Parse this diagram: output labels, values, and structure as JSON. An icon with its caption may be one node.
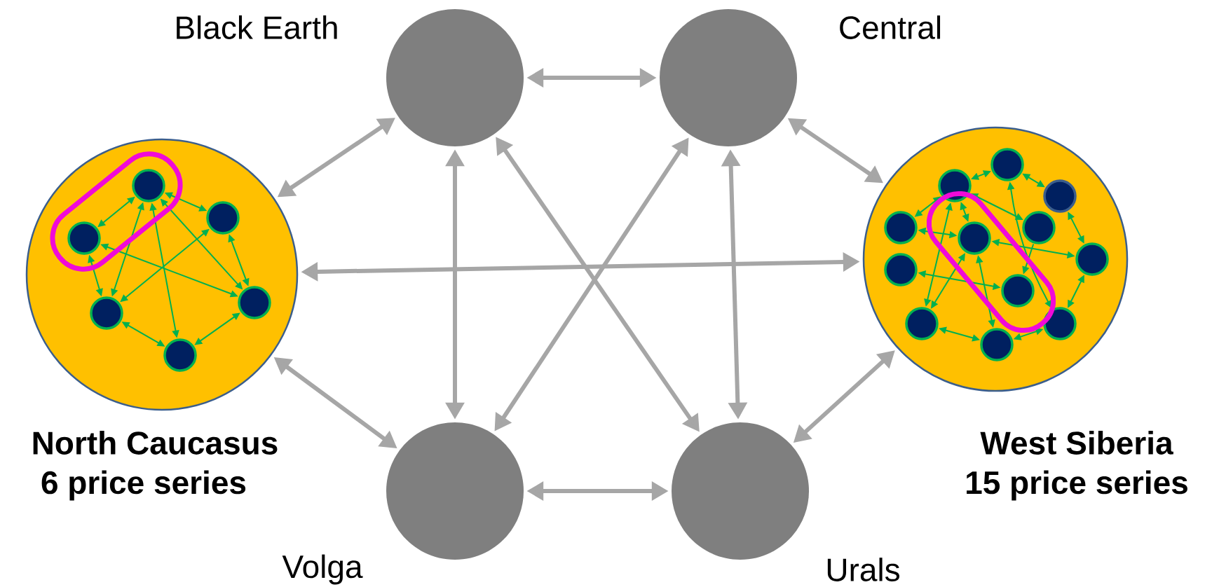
{
  "diagram": {
    "nodes": [
      {
        "text": [
          "Black Earth"
        ]
      },
      {
        "text": [
          "Central"
        ]
      },
      {
        "text": [
          "North Caucasus",
          "6 price series"
        ]
      },
      {
        "text": [],
        "shape": "circle",
        "in": 2
      },
      {
        "text": [],
        "shape": "circle",
        "in": 2
      },
      {
        "text": [],
        "shape": "circle",
        "in": 2
      },
      {
        "text": [],
        "shape": "circle",
        "in": 2
      },
      {
        "text": [],
        "shape": "circle",
        "in": 2
      },
      {
        "text": [],
        "shape": "circle",
        "in": 2
      },
      {
        "text": [
          "West Siberia",
          "15 price series"
        ]
      },
      {
        "text": [],
        "shape": "circle",
        "in": 9
      },
      {
        "text": [],
        "shape": "circle",
        "in": 9
      },
      {
        "text": [],
        "shape": "circle",
        "in": 9
      },
      {
        "text": [],
        "shape": "circle",
        "in": 9
      },
      {
        "text": [],
        "shape": "circle",
        "in": 9
      },
      {
        "text": [],
        "shape": "circle",
        "in": 9
      },
      {
        "text": [],
        "shape": "circle",
        "in": 9
      },
      {
        "text": [],
        "shape": "circle",
        "in": 9
      },
      {
        "text": [],
        "shape": "circle",
        "in": 9
      },
      {
        "text": [],
        "shape": "circle",
        "in": 9
      },
      {
        "text": [],
        "shape": "circle",
        "in": 9
      },
      {
        "text": [],
        "shape": "circle",
        "in": 9
      },
      {
        "text": [
          "Volga"
        ]
      },
      {
        "text": [
          "Urals"
        ]
      }
    ],
    "edges": [
      {
        "from": 0,
        "to": 1,
        "arrow": "both",
        "style": "thick",
        "color": "#a6a6a6"
      },
      {
        "from": 0,
        "to": 2,
        "arrow": "both",
        "style": "thick",
        "color": "#a6a6a6"
      },
      {
        "from": 0,
        "to": 22,
        "arrow": "both",
        "style": "thick",
        "color": "#a6a6a6"
      },
      {
        "from": 0,
        "to": 23,
        "arrow": "both",
        "style": "thick",
        "color": "#a6a6a6"
      },
      {
        "from": 1,
        "to": 9,
        "arrow": "both",
        "style": "thick",
        "color": "#a6a6a6"
      },
      {
        "from": 1,
        "to": 22,
        "arrow": "both",
        "style": "thick",
        "color": "#a6a6a6"
      },
      {
        "from": 1,
        "to": 23,
        "arrow": "both",
        "style": "thick",
        "color": "#a6a6a6"
      },
      {
        "from": 2,
        "to": 9,
        "arrow": "both",
        "style": "thick",
        "color": "#a6a6a6"
      },
      {
        "from": 2,
        "to": 22,
        "arrow": "both",
        "style": "thick",
        "color": "#a6a6a6"
      },
      {
        "from": 22,
        "to": 23,
        "arrow": "both",
        "style": "thick",
        "color": "#a6a6a6"
      },
      {
        "from": 23,
        "to": 9,
        "arrow": "both",
        "style": "thick",
        "color": "#a6a6a6"
      },
      {
        "from": 3,
        "to": 4,
        "arrow": "both"
      },
      {
        "from": 3,
        "to": 5,
        "arrow": "both"
      },
      {
        "from": 3,
        "to": 7,
        "arrow": "both"
      },
      {
        "from": 3,
        "to": 8,
        "arrow": "both"
      },
      {
        "from": 3,
        "to": 6,
        "arrow": "both"
      },
      {
        "from": 4,
        "to": 6,
        "arrow": "both"
      },
      {
        "from": 4,
        "to": 7,
        "arrow": "both"
      },
      {
        "from": 5,
        "to": 7,
        "arrow": "both"
      },
      {
        "from": 5,
        "to": 6,
        "arrow": "both"
      },
      {
        "from": 7,
        "to": 8,
        "arrow": "both"
      },
      {
        "from": 8,
        "to": 6,
        "arrow": "both"
      },
      {
        "from": 10,
        "to": 11,
        "arrow": "both"
      },
      {
        "from": 11,
        "to": 12,
        "arrow": "both"
      },
      {
        "from": 10,
        "to": 13,
        "arrow": "both"
      },
      {
        "from": 10,
        "to": 14,
        "arrow": "both"
      },
      {
        "from": 10,
        "to": 15,
        "arrow": "both"
      },
      {
        "from": 10,
        "to": 19,
        "arrow": "both"
      },
      {
        "from": 11,
        "to": 21,
        "arrow": "both"
      },
      {
        "from": 12,
        "to": 16,
        "arrow": "both"
      },
      {
        "from": 13,
        "to": 14,
        "arrow": "both"
      },
      {
        "from": 17,
        "to": 18,
        "arrow": "both"
      },
      {
        "from": 14,
        "to": 16,
        "arrow": "both"
      },
      {
        "from": 14,
        "to": 19,
        "arrow": "both"
      },
      {
        "from": 14,
        "to": 20,
        "arrow": "both"
      },
      {
        "from": 15,
        "to": 18,
        "arrow": "to"
      },
      {
        "from": 16,
        "to": 21,
        "arrow": "both"
      },
      {
        "from": 19,
        "to": 20,
        "arrow": "both"
      },
      {
        "from": 20,
        "to": 21,
        "arrow": "both"
      }
    ]
  }
}
